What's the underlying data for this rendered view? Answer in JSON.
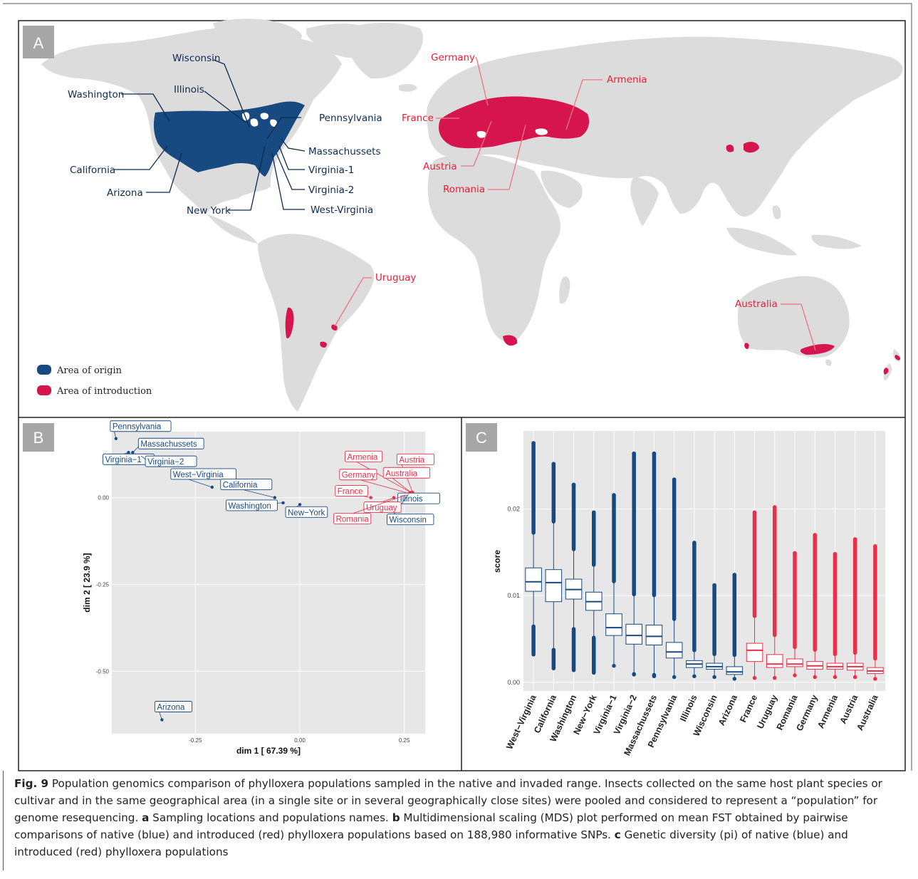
{
  "panels": {
    "a": {
      "letter": "A",
      "native": [
        "Wisconsin",
        "Illinois",
        "Washington",
        "Pennsylvania",
        "Massachussets",
        "California",
        "Virginia-1",
        "Virginia-2",
        "Arizona",
        "New York",
        "West-Virginia"
      ],
      "introduced": [
        "Germany",
        "Armenia",
        "France",
        "Austria",
        "Romania",
        "Uruguay",
        "Australia"
      ],
      "legend": {
        "origin": "Area of origin",
        "introduction": "Area of introduction"
      }
    },
    "b": {
      "letter": "B",
      "xlabel": "dim 1 [ 67.39 %]",
      "ylabel": "dim 2 [ 23.9 %]"
    },
    "c": {
      "letter": "C",
      "ylabel": "score"
    }
  },
  "colors": {
    "native": "#174a80",
    "introduced": "#e8304a",
    "origin_area": "#174a80",
    "intro_area": "#d6154f",
    "land": "#dcdcdc",
    "plotbg": "#e7e7e7"
  },
  "chart_data": [
    {
      "type": "scatter",
      "xlabel": "dim 1 [ 67.39 %]",
      "ylabel": "dim 2 [ 23.9 %]",
      "xlim": [
        -0.45,
        0.3
      ],
      "ylim": [
        -0.68,
        0.19
      ],
      "xticks": [
        "-0.25",
        "0.00",
        "0.25"
      ],
      "yticks": [
        "-0.50",
        "-0.25",
        "0.00"
      ],
      "points": [
        {
          "name": "Pennsylvania",
          "x": -0.44,
          "y": 0.17,
          "group": "native"
        },
        {
          "name": "Massachussets",
          "x": -0.4,
          "y": 0.13,
          "group": "native"
        },
        {
          "name": "Virginia−1",
          "x": -0.41,
          "y": 0.13,
          "group": "native"
        },
        {
          "name": "Virginia−2",
          "x": -0.38,
          "y": 0.12,
          "group": "native"
        },
        {
          "name": "West−Virginia",
          "x": -0.21,
          "y": 0.03,
          "group": "native"
        },
        {
          "name": "California",
          "x": -0.06,
          "y": 0.0,
          "group": "native"
        },
        {
          "name": "Washington",
          "x": -0.04,
          "y": -0.015,
          "group": "native"
        },
        {
          "name": "New−York",
          "x": 0.0,
          "y": -0.02,
          "group": "native"
        },
        {
          "name": "Illinois",
          "x": 0.255,
          "y": 0.005,
          "group": "native"
        },
        {
          "name": "Wisconsin",
          "x": 0.26,
          "y": 0.01,
          "group": "native"
        },
        {
          "name": "Arizona",
          "x": -0.33,
          "y": -0.64,
          "group": "native"
        },
        {
          "name": "Armenia",
          "x": 0.265,
          "y": 0.015,
          "group": "introduced"
        },
        {
          "name": "Austria",
          "x": 0.27,
          "y": 0.015,
          "group": "introduced"
        },
        {
          "name": "Germany",
          "x": 0.262,
          "y": 0.012,
          "group": "introduced"
        },
        {
          "name": "Australia",
          "x": 0.268,
          "y": 0.013,
          "group": "introduced"
        },
        {
          "name": "France",
          "x": 0.17,
          "y": 0.0,
          "group": "introduced"
        },
        {
          "name": "Uruguay",
          "x": 0.225,
          "y": 0.0,
          "group": "introduced"
        },
        {
          "name": "Romania",
          "x": 0.255,
          "y": 0.008,
          "group": "introduced"
        }
      ]
    },
    {
      "type": "box",
      "ylabel": "score",
      "ylim": [
        -0.001,
        0.029
      ],
      "yticks": [
        "0.00",
        "0.01",
        "0.02"
      ],
      "boxes": [
        {
          "name": "West−Virginia",
          "group": "native",
          "min": 0.0032,
          "q1": 0.0105,
          "median": 0.0116,
          "q3": 0.0132,
          "max": 0.0276
        },
        {
          "name": "California",
          "group": "native",
          "min": 0.0016,
          "q1": 0.0093,
          "median": 0.0115,
          "q3": 0.013,
          "max": 0.0252
        },
        {
          "name": "Washington",
          "group": "native",
          "min": 0.0014,
          "q1": 0.0096,
          "median": 0.0107,
          "q3": 0.0119,
          "max": 0.0228
        },
        {
          "name": "New−York",
          "group": "native",
          "min": 0.0011,
          "q1": 0.0083,
          "median": 0.0093,
          "q3": 0.0104,
          "max": 0.0196
        },
        {
          "name": "Virginia−1",
          "group": "native",
          "min": 0.0019,
          "q1": 0.0054,
          "median": 0.0063,
          "q3": 0.0079,
          "max": 0.0216
        },
        {
          "name": "Virginia−2",
          "group": "native",
          "min": 0.0009,
          "q1": 0.0044,
          "median": 0.0054,
          "q3": 0.0067,
          "max": 0.0264
        },
        {
          "name": "Massachussets",
          "group": "native",
          "min": 0.0007,
          "q1": 0.0043,
          "median": 0.0053,
          "q3": 0.0066,
          "max": 0.0264
        },
        {
          "name": "Pennsylvania",
          "group": "native",
          "min": 0.0006,
          "q1": 0.0028,
          "median": 0.0035,
          "q3": 0.0046,
          "max": 0.0234
        },
        {
          "name": "Illinois",
          "group": "native",
          "min": 0.0007,
          "q1": 0.0017,
          "median": 0.0021,
          "q3": 0.0025,
          "max": 0.0161
        },
        {
          "name": "Wisconsin",
          "group": "native",
          "min": 0.0006,
          "q1": 0.0015,
          "median": 0.0018,
          "q3": 0.0022,
          "max": 0.0112
        },
        {
          "name": "Arizona",
          "group": "native",
          "min": 0.0004,
          "q1": 0.0009,
          "median": 0.0012,
          "q3": 0.0018,
          "max": 0.0124
        },
        {
          "name": "France",
          "group": "introduced",
          "min": 0.0005,
          "q1": 0.0024,
          "median": 0.0037,
          "q3": 0.0045,
          "max": 0.0196
        },
        {
          "name": "Uruguay",
          "group": "introduced",
          "min": 0.0005,
          "q1": 0.0017,
          "median": 0.0021,
          "q3": 0.0032,
          "max": 0.0202
        },
        {
          "name": "Romania",
          "group": "introduced",
          "min": 0.0008,
          "q1": 0.0018,
          "median": 0.0021,
          "q3": 0.0027,
          "max": 0.0149
        },
        {
          "name": "Germany",
          "group": "introduced",
          "min": 0.0006,
          "q1": 0.0015,
          "median": 0.0019,
          "q3": 0.0024,
          "max": 0.017
        },
        {
          "name": "Armenia",
          "group": "introduced",
          "min": 0.0006,
          "q1": 0.0015,
          "median": 0.0018,
          "q3": 0.0022,
          "max": 0.0148
        },
        {
          "name": "Austria",
          "group": "introduced",
          "min": 0.0006,
          "q1": 0.0014,
          "median": 0.0018,
          "q3": 0.0022,
          "max": 0.0165
        },
        {
          "name": "Australia",
          "group": "introduced",
          "min": 0.0004,
          "q1": 0.001,
          "median": 0.0013,
          "q3": 0.0017,
          "max": 0.0157
        }
      ]
    }
  ],
  "caption": {
    "label": "Fig. 9",
    "t1": " Population genomics comparison of phylloxera populations sampled in the native and invaded range. Insects collected on the same host plant species or cultivar and in the same geographical area (in a single site or in several geographically close sites) were pooled and considered to represent a “population” for genome resequencing. ",
    "a": "a",
    "t2": " Sampling locations and populations names. ",
    "b": "b",
    "t3": " Multidimensional scaling (MDS) plot performed on mean FST obtained by pairwise comparisons of native (blue) and introduced (red) phylloxera populations based on 188,980 informative SNPs. ",
    "c": "c",
    "t4": " Genetic diversity (pi) of native (blue) and introduced (red) phylloxera populations"
  }
}
